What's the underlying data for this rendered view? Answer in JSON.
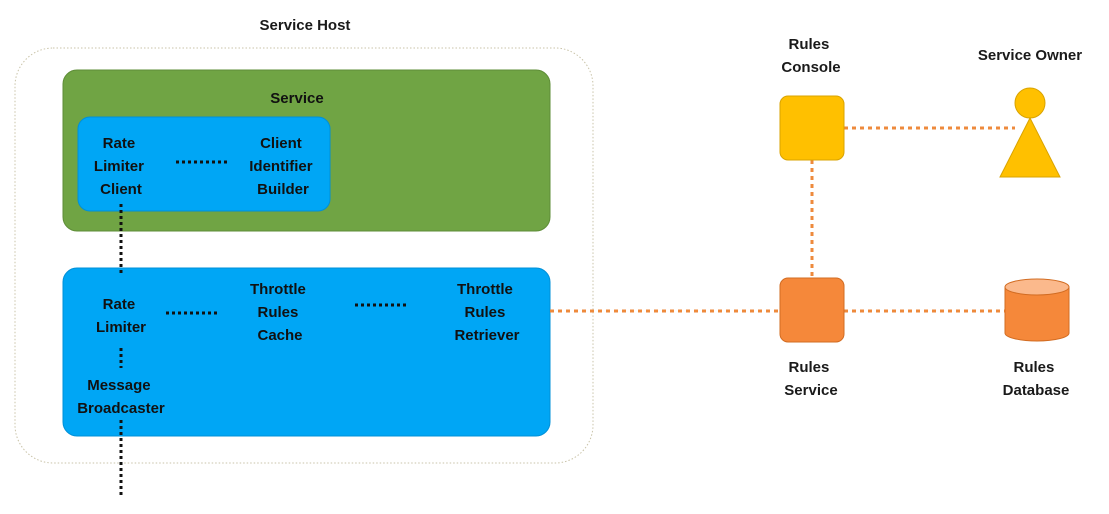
{
  "labels": {
    "service_host": "Service Host",
    "service": "Service",
    "rate_limiter_client": [
      "Rate",
      "Limiter",
      "Client"
    ],
    "client_identifier_builder": [
      "Client",
      "Identifier",
      "Builder"
    ],
    "rate_limiter": [
      "Rate",
      "Limiter"
    ],
    "throttle_rules_cache": [
      "Throttle",
      "Rules",
      "Cache"
    ],
    "throttle_rules_retriever": [
      "Throttle",
      "Rules",
      "Retriever"
    ],
    "message_broadcaster": [
      "Message",
      "Broadcaster"
    ],
    "rules_console": [
      "Rules",
      "Console"
    ],
    "service_owner": "Service Owner",
    "rules_service": [
      "Rules",
      "Service"
    ],
    "rules_database": [
      "Rules",
      "Database"
    ]
  },
  "colors": {
    "service_fill": "#70a444",
    "component_fill": "#00a6f5",
    "console_fill": "#ffc000",
    "rules_service_fill": "#f5883a",
    "database_fill": "#f5883a",
    "database_top": "#fbb98c",
    "owner_fill": "#ffc000",
    "orange_line": "#ee8a3c",
    "black_line": "#111111"
  }
}
